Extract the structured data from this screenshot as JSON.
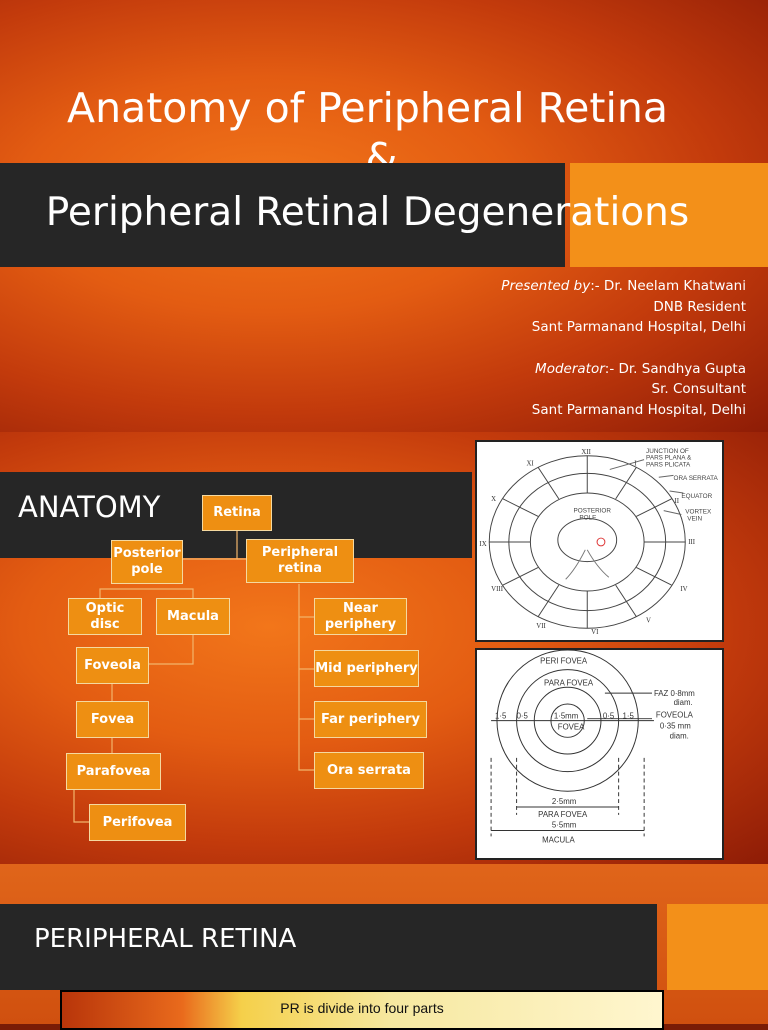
{
  "slide1": {
    "title_line1": "Anatomy of Peripheral Retina",
    "title_amp": "&",
    "title_line2": "Peripheral Retinal Degenerations",
    "presented_label": "Presented by",
    "presented_name": ":- Dr. Neelam Khatwani",
    "presented_role": "DNB Resident",
    "presented_hospital": "Sant Parmanand Hospital, Delhi",
    "moderator_label": "Moderator",
    "moderator_name": ":- Dr. Sandhya Gupta",
    "moderator_role": "Sr. Consultant",
    "moderator_hospital": "Sant Parmanand Hospital, Delhi"
  },
  "slide2": {
    "title": "ANATOMY",
    "tree": {
      "retina": "Retina",
      "posterior_pole": "Posterior pole",
      "peripheral_retina": "Peripheral retina",
      "optic_disc": "Optic disc",
      "macula": "Macula",
      "foveola": "Foveola",
      "fovea": "Fovea",
      "parafovea": "Parafovea",
      "perifovea": "Perifovea",
      "near_periphery": "Near periphery",
      "mid_periphery": "Mid periphery",
      "far_periphery": "Far periphery",
      "ora_serrata": "Ora serrata"
    },
    "diagram1": {
      "clock_labels": [
        "XII",
        "I",
        "II",
        "III",
        "IV",
        "V",
        "VI",
        "VII",
        "VIII",
        "IX",
        "X",
        "XI"
      ],
      "annotations": [
        "JUNCTION OF",
        "PARS PLANA &",
        "PARS PLICATA",
        "ORA SERRATA",
        "EQUATOR",
        "VORTEX",
        "VEIN",
        "POSTERIOR",
        "POLE"
      ]
    },
    "diagram2": {
      "perifovea": "PERI FOVEA",
      "parafovea": "PARA FOVEA",
      "faz1": "FAZ 0·8mm",
      "faz2": "diam.",
      "foveola1": "FOVEOLA",
      "foveola2": "0·35 mm",
      "foveola3": "diam.",
      "left_15": "1·5",
      "left_05": "0·5",
      "center_15": "1·5mm",
      "fovea": "FOVEA",
      "right_05": "0·5",
      "right_15": "1·5",
      "dim_25": "2·5mm",
      "dim_parafovea": "PARA FOVEA",
      "dim_55": "5·5mm",
      "dim_macula": "MACULA"
    }
  },
  "slide3": {
    "title": "PERIPHERAL RETINA",
    "caption": "PR is divide into four parts"
  }
}
